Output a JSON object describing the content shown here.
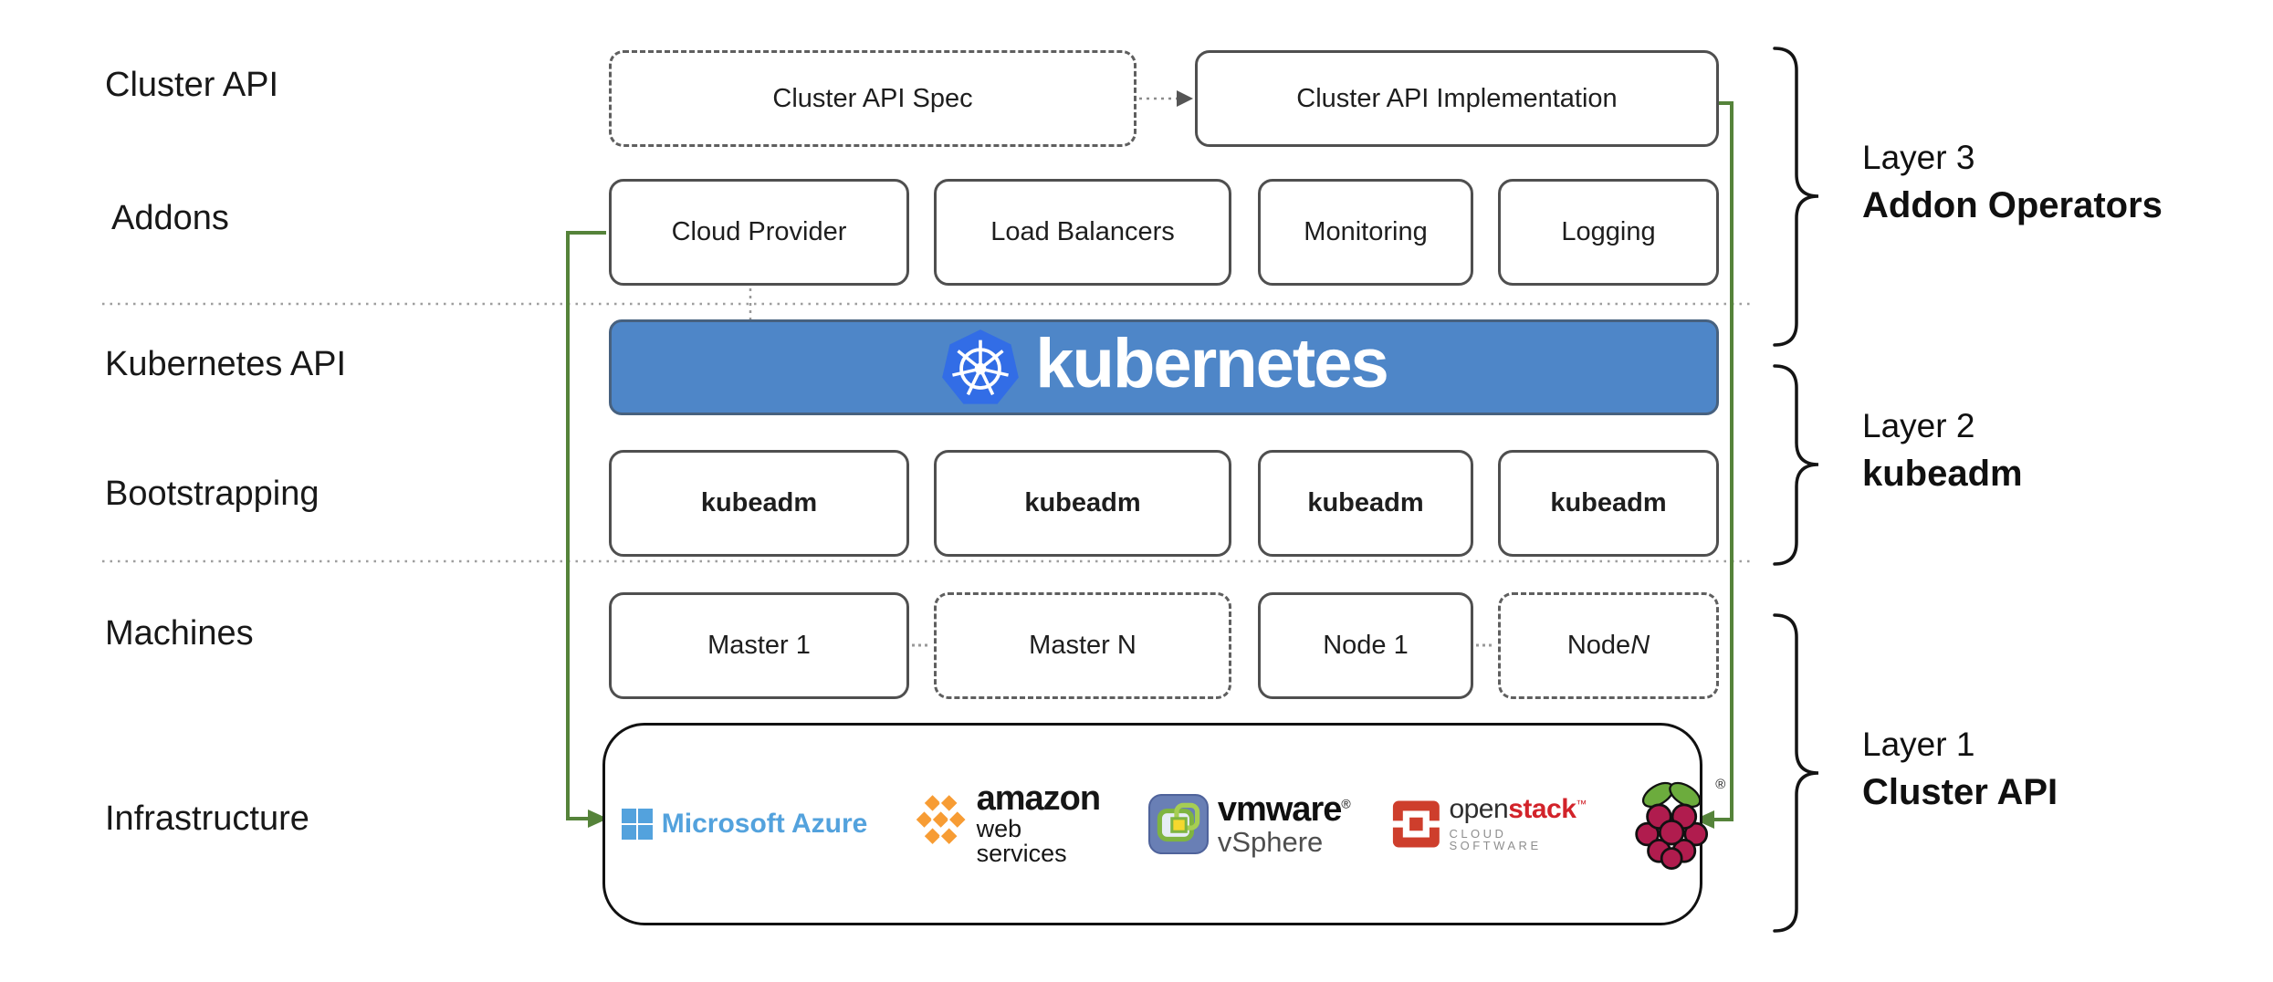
{
  "row_labels": [
    "Cluster API",
    "Addons",
    "Kubernetes API",
    "Bootstrapping",
    "Machines",
    "Infrastructure"
  ],
  "cluster_api_row": {
    "spec": "Cluster API Spec",
    "implementation": "Cluster API Implementation"
  },
  "addons_row": [
    "Cloud Provider",
    "Load Balancers",
    "Monitoring",
    "Logging"
  ],
  "kubernetes_banner": {
    "wordmark": "kubernetes"
  },
  "bootstrapping_row": [
    "kubeadm",
    "kubeadm",
    "kubeadm",
    "kubeadm"
  ],
  "machines_row": [
    {
      "label": "Master 1",
      "suffix": ""
    },
    {
      "label": "Master N",
      "suffix": ""
    },
    {
      "label": "Node 1",
      "suffix": ""
    },
    {
      "label": "Node ",
      "suffix": "N"
    }
  ],
  "infrastructure": {
    "azure": {
      "label": "Microsoft Azure"
    },
    "aws": {
      "label": "amazon",
      "sublabel": "web services"
    },
    "vmware": {
      "label": "vmware",
      "reg": "®",
      "sublabel": "vSphere"
    },
    "openstack": {
      "label_open": "open",
      "label_stack": "stack",
      "tm": "™",
      "sublabel": "CLOUD SOFTWARE"
    },
    "raspberry_pi": {
      "reg": "®"
    }
  },
  "layer_annotations": [
    {
      "line1": "Layer 3",
      "line2": "Addon Operators"
    },
    {
      "line1": "Layer 2",
      "line2": "kubeadm"
    },
    {
      "line1": "Layer 1",
      "line2": "Cluster API"
    }
  ],
  "colors": {
    "banner_blue": "#4E86C8",
    "k8s_logo_blue": "#326DE6",
    "connector_green": "#55833A",
    "azure_blue": "#53A2DD",
    "aws_orange": "#F79C34",
    "vmware_blue": "#697FB5",
    "openstack_red": "#CE3E2C",
    "raspberry_red": "#B01C4E",
    "leaf_green": "#6CAC3D",
    "box_border_gray": "#4F4F4F"
  }
}
